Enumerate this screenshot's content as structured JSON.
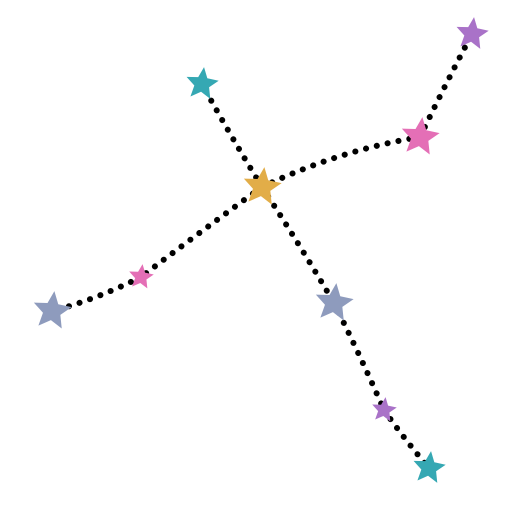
{
  "diagram": {
    "type": "star-node-tree",
    "edge_style": "dotted",
    "edge_color": "#000000",
    "nodes": [
      {
        "id": "center",
        "color": "#e2ad48",
        "size": "large"
      },
      {
        "id": "top-left",
        "color": "#35a8b3",
        "size": "medium"
      },
      {
        "id": "right-mid",
        "color": "#e46fb6",
        "size": "large"
      },
      {
        "id": "top-right",
        "color": "#a972c8",
        "size": "medium"
      },
      {
        "id": "left-mid",
        "color": "#e46fb6",
        "size": "small"
      },
      {
        "id": "left-end",
        "color": "#8e9bbd",
        "size": "large"
      },
      {
        "id": "down-mid",
        "color": "#8e9bbd",
        "size": "large"
      },
      {
        "id": "down-lower",
        "color": "#a972c8",
        "size": "small"
      },
      {
        "id": "down-end",
        "color": "#35a8b3",
        "size": "medium"
      }
    ],
    "edges": [
      {
        "from": "center",
        "to": "top-left"
      },
      {
        "from": "center",
        "to": "right-mid"
      },
      {
        "from": "right-mid",
        "to": "top-right"
      },
      {
        "from": "center",
        "to": "left-mid"
      },
      {
        "from": "left-mid",
        "to": "left-end"
      },
      {
        "from": "center",
        "to": "down-mid"
      },
      {
        "from": "down-mid",
        "to": "down-lower"
      },
      {
        "from": "down-lower",
        "to": "down-end"
      }
    ]
  }
}
